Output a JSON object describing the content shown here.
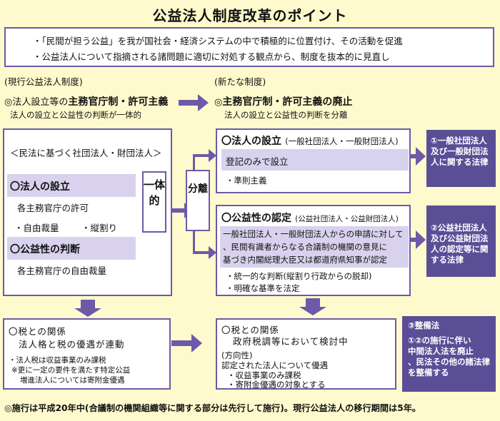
{
  "title": "公益法人制度改革のポイント",
  "intro": [
    "・「民間が担う公益」を我が国社会・経済システムの中で積極的に位置付け、その活動を促進",
    "・公益法人について指摘される諸問題に適切に対処する観点から、制度を抜本的に見直し"
  ],
  "current": {
    "heading": "(現行公益法人制度)",
    "main_prefix": "◎法人設立等の",
    "main_bold": "主務官庁制・許可主義",
    "sub": "法人の設立と公益性の判断が一体的",
    "box_title": "＜民法に基づく社団法人・財団法人＞",
    "est_title": "〇法人の設立",
    "est_line1": "各主務官庁の許可",
    "est_line2": "・自由裁量",
    "est_line3": "・縦割り",
    "pub_title": "〇公益性の判断",
    "pub_line1": "各主務官庁の自由裁量",
    "ittai": "一体的",
    "tax_head": "〇税との関係",
    "tax_sub": "法人格と税の優遇が連動",
    "tax_note1": "・法人税は収益事業のみ課税",
    "tax_note2": "※更に一定の要件を満たす特定公益",
    "tax_note3": "増進法人については寄附金優遇"
  },
  "new": {
    "heading": "(新たな制度)",
    "main_prefix": "◎",
    "main_bold": "主務官庁制・許可主義の廃止",
    "sub": "法人の設立と公益性の判断を分離",
    "bunri": "分離",
    "est_title": "〇法人の設立",
    "est_paren": "(一般社団法人・一般財団法人)",
    "est_inner": "登記のみで設立",
    "est_bullet": "・準則主義",
    "pub_title": "〇公益性の認定",
    "pub_paren": "(公益社団法人・公益財団法人)",
    "pub_inner": [
      "一般社団法人・一般財団法人からの申請に対して",
      "、民間有識者からなる合議制の機関の意見に",
      "基づき内閣総理大臣又は都道府県知事が認定"
    ],
    "pub_b1": "・統一的な判断(縦割り行政からの脱却)",
    "pub_b2": "・明確な基準を法定",
    "tax_head": "〇税との関係",
    "tax_sub": "政府税調等において検討中",
    "dir_head": "(方向性)",
    "dir_l1": "認定された法人について優遇",
    "dir_l2": "・収益事業のみ課税",
    "dir_l3": "・寄附金優遇の対象とする"
  },
  "laws": {
    "law1": [
      "①一般社団法人",
      "及び一般財団法",
      "人に関する法律"
    ],
    "law2": [
      "②公益社団法人",
      "及び公益財団法",
      "人の認定等に関",
      "する法律"
    ],
    "law3_title": "③整備法",
    "law3": [
      "①②の施行に伴い",
      "中間法人法を廃止",
      "、民法その他の諸法律",
      "を整備する"
    ]
  },
  "footer": "◎施行は平成20年中(合議制の機関組織等に関する部分は先行して施行)。現行公益法人の移行期間は5年。",
  "colors": {
    "border": "#6b5aa8",
    "lilac": "#d9d2ee",
    "dark": "#5a4e96",
    "background": "#fffacd"
  }
}
